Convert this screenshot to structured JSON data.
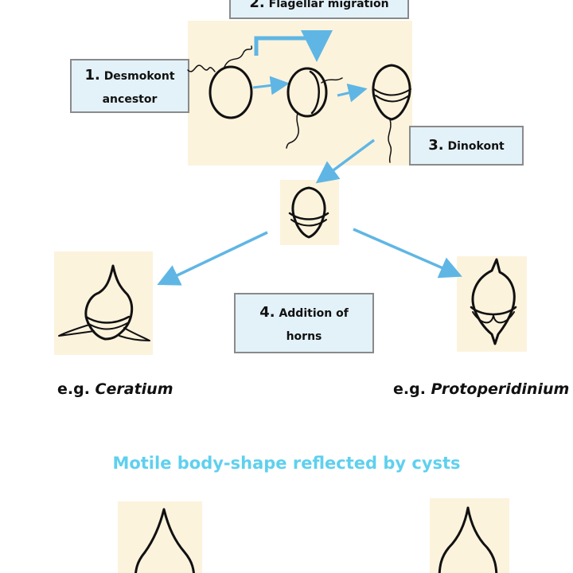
{
  "boxes": {
    "migration": {
      "number": "2.",
      "label": "Flagellar migration"
    },
    "ancestor": {
      "number": "1.",
      "label_line1": "Desmokont",
      "label_line2": "ancestor"
    },
    "dinokont": {
      "number": "3.",
      "label": "Dinokont"
    },
    "horns": {
      "number": "4.",
      "label_line1": "Addition of",
      "label_line2": "horns"
    }
  },
  "captions": {
    "left_prefix": "e.g. ",
    "left_genus": "Ceratium",
    "right_prefix": "e.g. ",
    "right_genus": "Protoperidinium"
  },
  "subtitle": "Motile body-shape reflected by cysts",
  "colors": {
    "arrow": "#5fb6e4",
    "box_fill": "#e3f1f8",
    "panel_fill": "#fcf3dd",
    "subtitle": "#5fd0ee"
  }
}
